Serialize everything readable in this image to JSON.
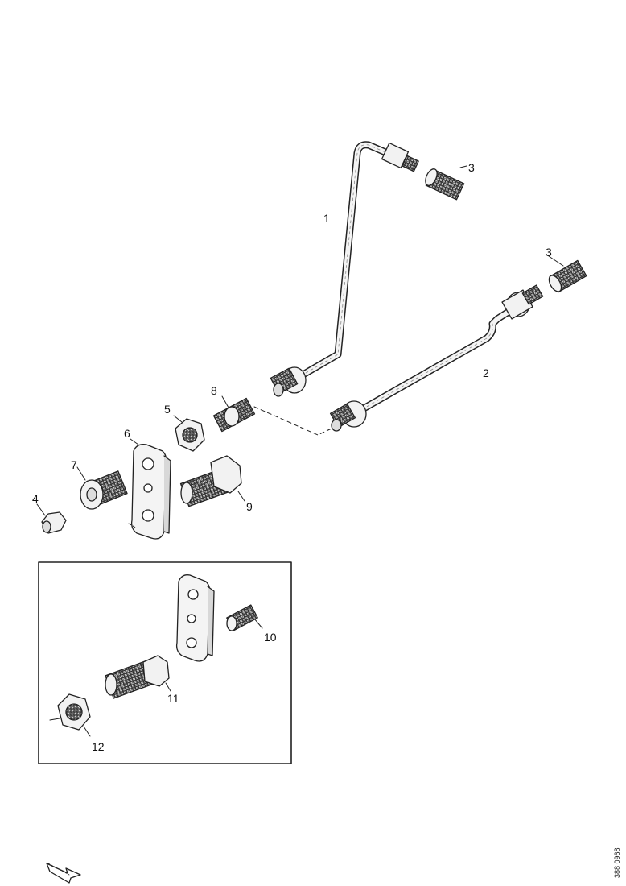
{
  "callouts": {
    "c1": "1",
    "c2": "2",
    "c3a": "3",
    "c3b": "3",
    "c4": "4",
    "c5": "5",
    "c6": "6",
    "c7": "7",
    "c8": "8",
    "c9": "9",
    "c10": "10",
    "c11": "11",
    "c12": "12"
  },
  "reference_code": "388 0968",
  "colors": {
    "line": "#222222",
    "fill": "#f2f2f2",
    "shade": "#bdbdbd"
  },
  "icons": {
    "orientation": "direction-arrow-icon"
  }
}
